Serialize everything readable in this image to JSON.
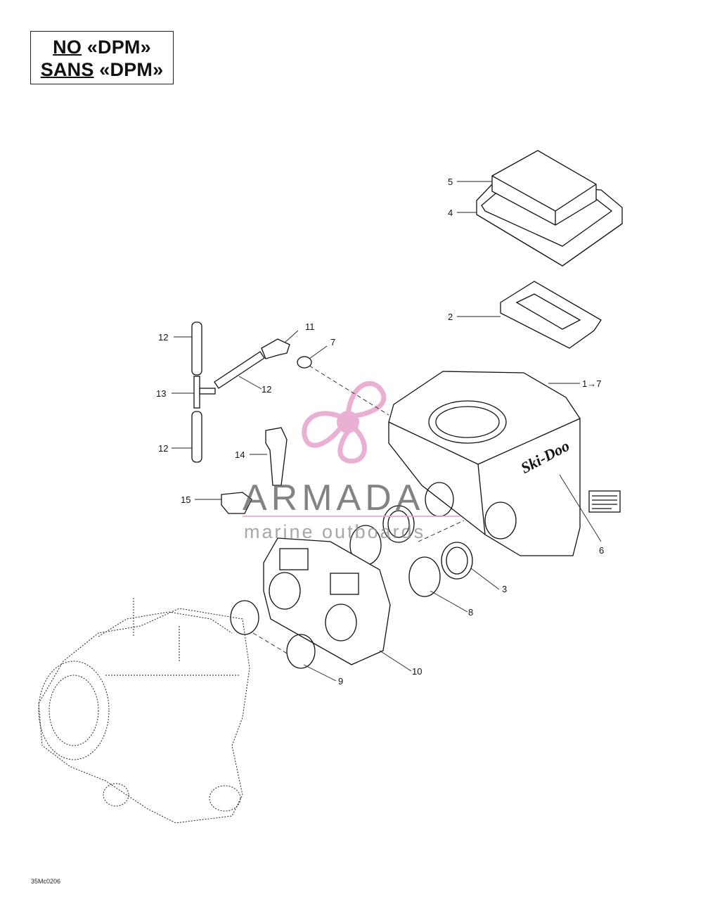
{
  "header": {
    "line1_prefix": "NO",
    "line1_suffix": " «DPM»",
    "line2_prefix": "SANS",
    "line2_suffix": " «DPM»"
  },
  "callouts": {
    "c5": "5",
    "c4": "4",
    "c2": "2",
    "c11": "11",
    "c7": "7",
    "c12a": "12",
    "c12b": "12",
    "c12c": "12",
    "c13": "13",
    "c1": "1→7",
    "c14": "14",
    "c15": "15",
    "c6": "6",
    "c3": "3",
    "c8": "8",
    "c10": "10",
    "c9": "9"
  },
  "brand_decal": "Ski-Doo",
  "watermark": {
    "word": "ARMADA",
    "sub": "marine outboards",
    "color": "#e7a3cd"
  },
  "drawing_number": "35Mc0206"
}
